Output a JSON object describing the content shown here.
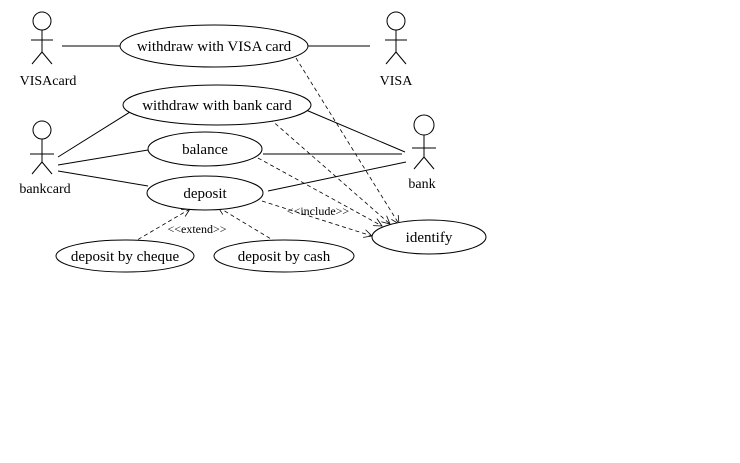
{
  "diagram": {
    "actors": {
      "visacard": "VISAcard",
      "visa": "VISA",
      "bankcard": "bankcard",
      "bank": "bank"
    },
    "use_cases": {
      "withdraw_visa": "withdraw with VISA card",
      "withdraw_bank": "withdraw with bank card",
      "balance": "balance",
      "deposit": "deposit",
      "identify": "identify",
      "deposit_cheque": "deposit by cheque",
      "deposit_cash": "deposit by cash"
    },
    "stereotypes": {
      "include": "<<include>>",
      "extend": "<<extend>>"
    }
  }
}
